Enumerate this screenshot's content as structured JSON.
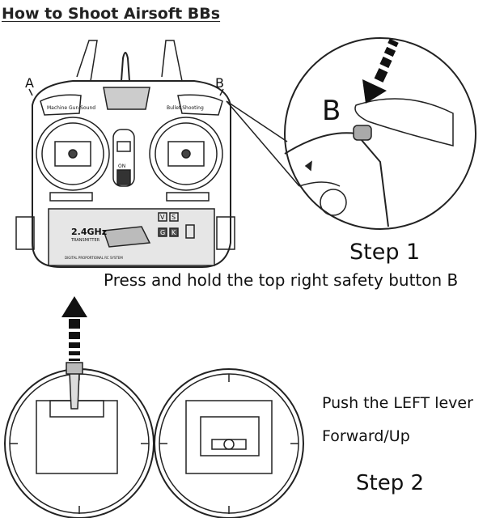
{
  "title": "How to Shoot Airsoft BBs",
  "transmitter": {
    "label_a": "A",
    "label_b": "B",
    "left_shoulder": "Machine Gun Sound",
    "right_shoulder": "Bullet Shooting",
    "freq": "2.4GHz",
    "freq_sub": "TRANSMITTER",
    "system": "DIGITAL PROPORTIONAL RC SYSTEM",
    "keys": [
      "V",
      "S",
      "G",
      "K"
    ],
    "power": "ON"
  },
  "zoom_label": "B",
  "step1": {
    "title": "Step 1",
    "caption": "Press and hold the top right safety button B"
  },
  "step2": {
    "line1": "Push the LEFT lever",
    "line2": "Forward/Up",
    "title": "Step 2"
  }
}
